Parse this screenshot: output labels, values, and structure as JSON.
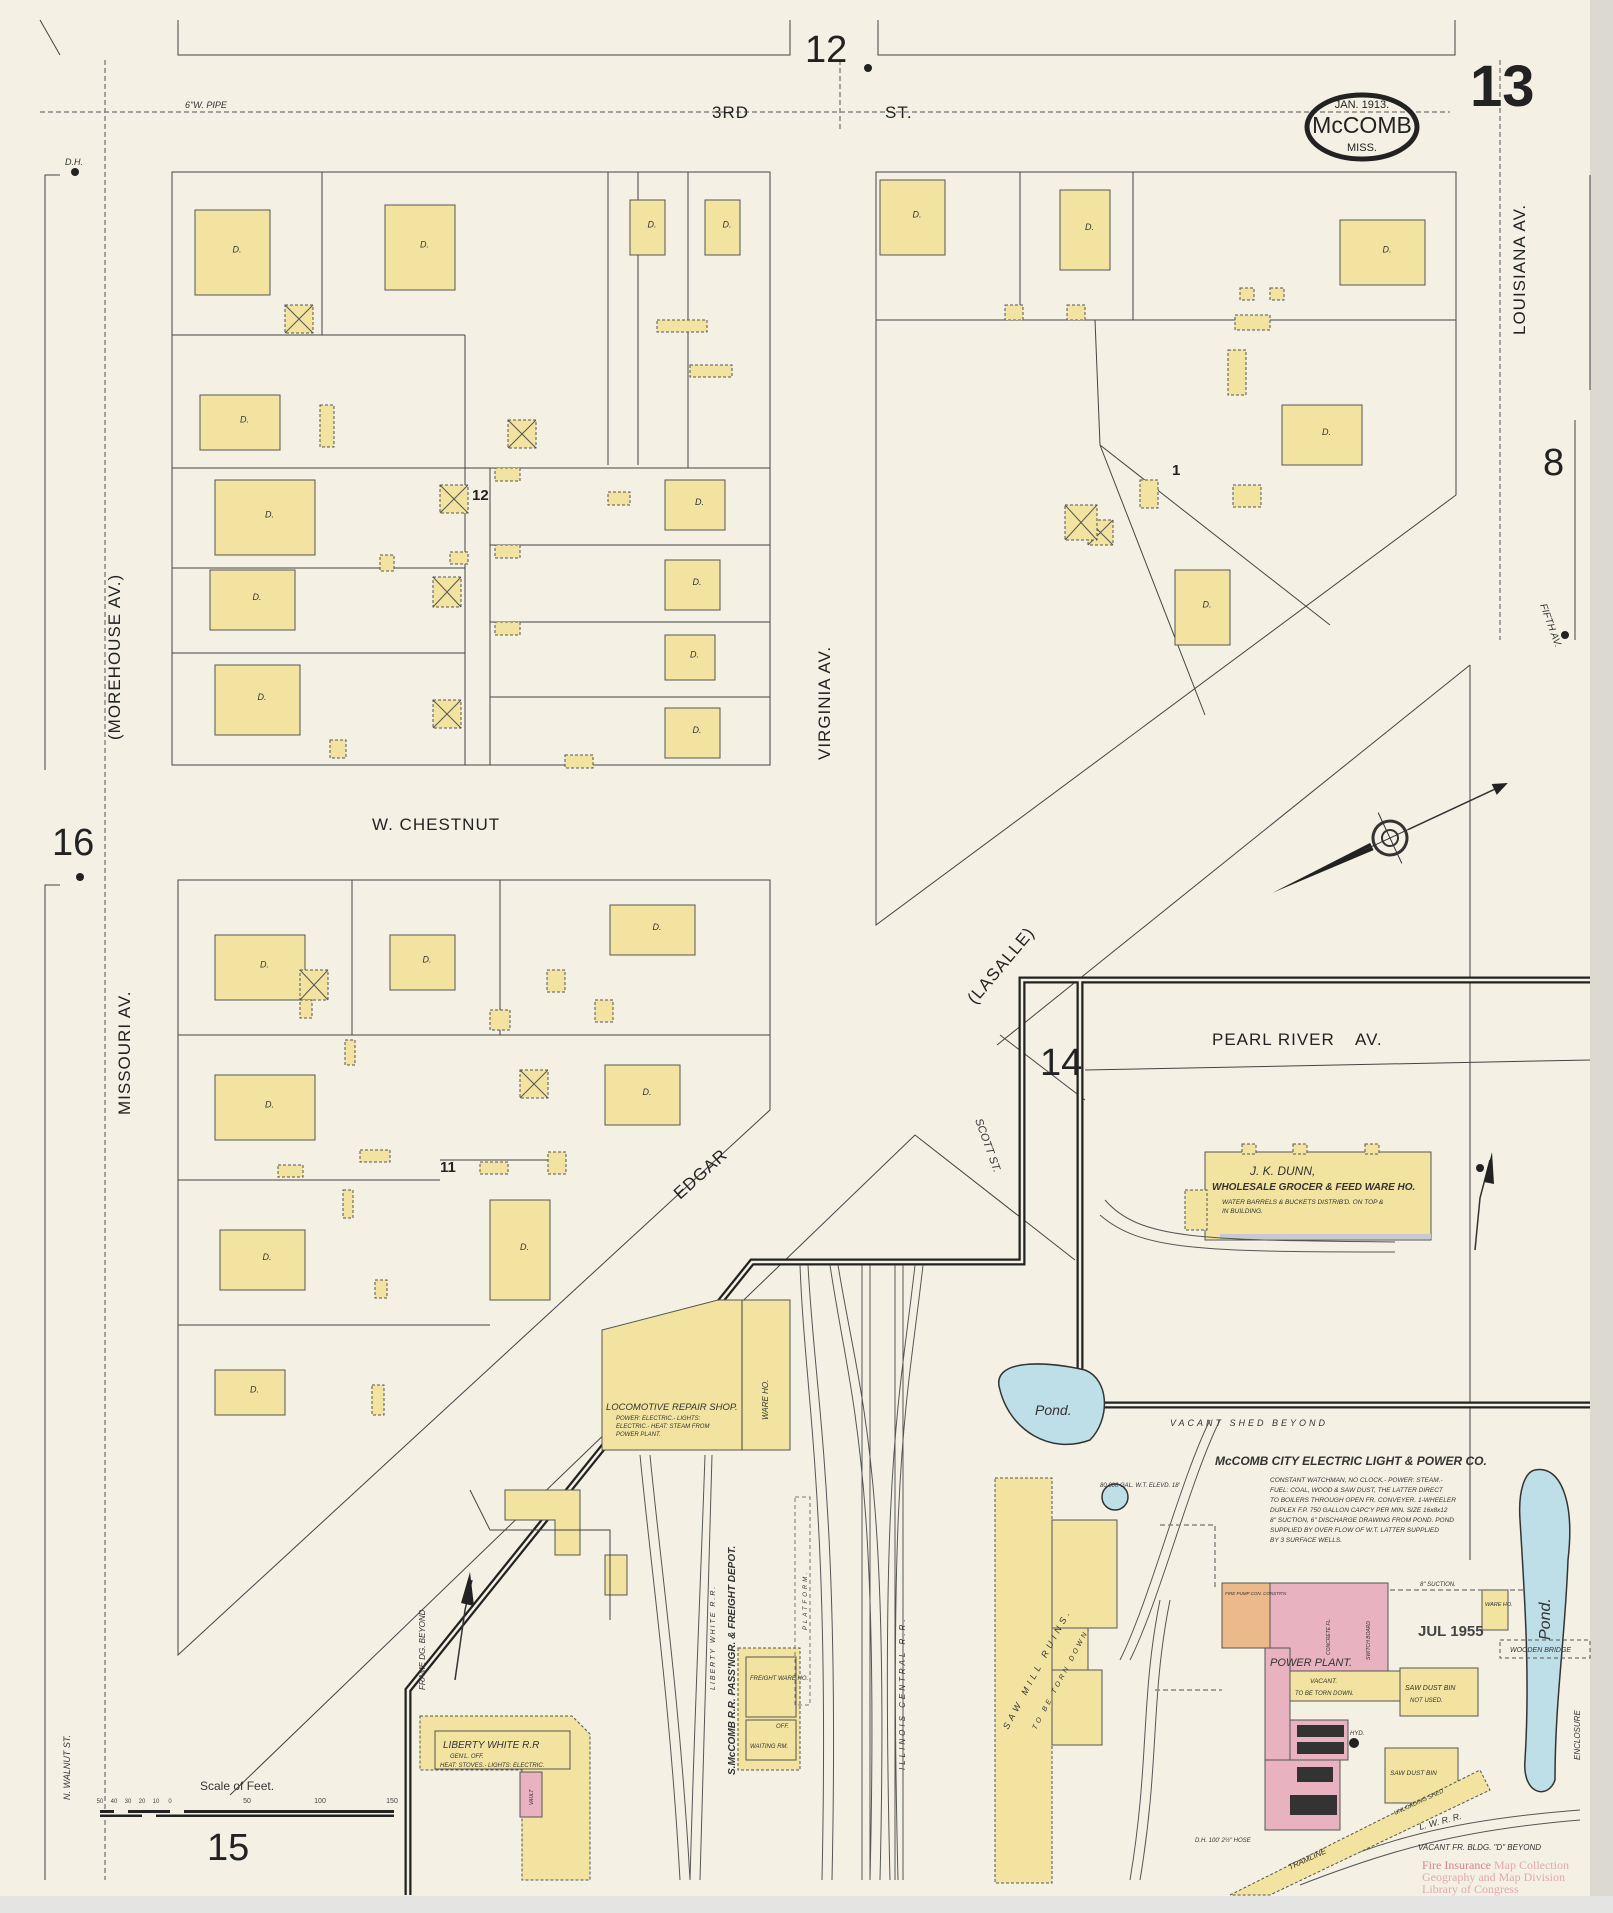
{
  "sheet": {
    "page_number": "13",
    "title_oval": {
      "date": "JAN. 1913.",
      "city": "McCOMB",
      "state": "MISS."
    },
    "adjoining_sheets": [
      "12",
      "16",
      "8",
      "14",
      "15"
    ],
    "block_numbers": [
      "12",
      "11",
      "1"
    ],
    "colors": {
      "paper": "#f4f1e4",
      "frame_dwelling": "#f2e4a0",
      "brick": "#e8b2c0",
      "stone_concrete": "#ecb98a",
      "water": "#bfdfe8"
    }
  },
  "streets": {
    "third_st": "3RD",
    "third_st_suffix": "ST.",
    "morehouse": "(MOREHOUSE AV.)",
    "virginia": "VIRGINIA AV.",
    "louisiana": "LOUISIANA AV.",
    "w_chestnut": "W. CHESTNUT",
    "missouri": "MISSOURI AV.",
    "lasalle": "(LASALLE)",
    "pearl_river": "PEARL RIVER",
    "pearl_river_suffix": "AV.",
    "edgar": "EDGAR",
    "scott": "SCOTT ST.",
    "fifth": "FIFTH AV.",
    "n_walnut": "N. WALNUT ST."
  },
  "labels": {
    "dwelling": "D.",
    "dh": "D.H.",
    "pipe_6": "6\"W. PIPE",
    "pond": "Pond.",
    "vacant_shed": "VACANT SHED BEYOND",
    "frame_dg_beyond": "FRAME DG. BEYOND",
    "vacant_fr_bldg": "VACANT FR. BLDG. \"D\" BEYOND",
    "wooden_bridge": "WOODEN BRIDGE",
    "lwrr": "L. W. R. R.",
    "tramline": "TRAMLINE",
    "enclosure": "ENCLOSURE",
    "tank": "80,000 GAL. W.T. ELEVD. 18'",
    "dh_hose": "D.H. 100' 2½\" HOSE",
    "stamp": "JUL 1955"
  },
  "buildings": {
    "jk_dunn": {
      "name": "J. K. DUNN,",
      "desc": "WHOLESALE GROCER & FEED WARE HO.",
      "note1": "WATER BARRELS & BUCKETS DISTRIB'D. ON TOP &",
      "note2": "IN BUILDING."
    },
    "locomotive": {
      "name": "LOCOMOTIVE REPAIR SHOP.",
      "note1": "POWER: ELECTRIC.- LIGHTS:",
      "note2": "ELECTRIC.- HEAT: STEAM FROM",
      "note3": "POWER PLANT.",
      "ware": "WARE HO."
    },
    "liberty_white": {
      "name": "LIBERTY WHITE R.R",
      "note1": "GEN'L. OFF.",
      "note2": "HEAT: STOVES.- LIGHTS: ELECTRIC.",
      "vault": "VAULT"
    },
    "depot": {
      "name": "S.McCOMB R.R. PASS'NGR. & FREIGHT DEPOT.",
      "freight": "FREIGHT WARE HO.",
      "off": "OFF.",
      "waiting": "WAITING RM.",
      "platform": "PLATFORM."
    },
    "railroads": {
      "liberty_white_rr": "LIBERTY WHITE R.R.",
      "illinois_central": "ILLINOIS CENTRAL R.R."
    },
    "saw_mill": {
      "name": "SAW MILL RUINS.",
      "note": "TO BE TORN DOWN."
    },
    "power_co": {
      "name": "McCOMB CITY ELECTRIC LIGHT & POWER CO.",
      "notes": [
        "CONSTANT WATCHMAN, NO CLOCK.- POWER: STEAM.-",
        "FUEL: COAL, WOOD & SAW DUST, THE LATTER DIRECT",
        "TO BOILERS THROUGH OPEN FR. CONVEYER. 1-WHEELER",
        "DUPLEX F.P. 750 GALLON CAPC'Y PER MIN. SIZE 16x8x12",
        "8\" SUCTION, 6\" DISCHARGE DRAWING FROM POND. POND",
        "SUPPLIED BY OVER FLOW OF W.T. LATTER SUPPLIED",
        "BY 3 SURFACE WELLS."
      ],
      "power_plant": "POWER PLANT.",
      "vacant": "VACANT.",
      "torn": "TO BE TORN DOWN.",
      "saw_dust_1": "SAW DUST BIN",
      "saw_dust_1_note": "NOT USED.",
      "saw_dust_2": "SAW DUST BIN",
      "unloading": "UNLOADING SHED",
      "ware": "WARE HO.",
      "suction": "8\" SUCTION.",
      "switchboard": "SWITCH BOARD",
      "concrete": "CONCRETE FL.",
      "fire_pump": "FIRE PUMP CON. CONSTR'N",
      "hyd": "HYD."
    }
  },
  "scale": {
    "title": "Scale of Feet.",
    "ticks": [
      "50",
      "40",
      "30",
      "20",
      "10",
      "0",
      "50",
      "100",
      "150"
    ]
  },
  "credit": {
    "line1a": "Fire Insurance",
    "line1b": " Map Collection",
    "line2": "Geography and Map Division",
    "line3": "Library of Congress"
  }
}
